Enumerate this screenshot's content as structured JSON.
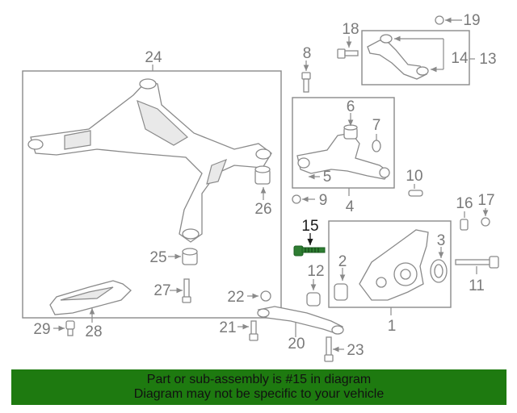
{
  "callouts": {
    "c1": "1",
    "c2": "2",
    "c3": "3",
    "c4": "4",
    "c5": "5",
    "c6": "6",
    "c7": "7",
    "c8": "8",
    "c9": "9",
    "c10": "10",
    "c11": "11",
    "c12": "12",
    "c13": "13",
    "c14": "14",
    "c15": "15",
    "c16": "16",
    "c17": "17",
    "c18": "18",
    "c19": "19",
    "c20": "20",
    "c21": "21",
    "c22": "22",
    "c23": "23",
    "c24": "24",
    "c25": "25",
    "c26": "26",
    "c27": "27",
    "c28": "28",
    "c29": "29"
  },
  "highlight_callout": "15",
  "banner": {
    "line1": "Part or sub-assembly is #15 in diagram",
    "line2": "Diagram may not be specific to your vehicle",
    "background": "#1e7a10",
    "highlight_part_color": "#2e7d32"
  }
}
